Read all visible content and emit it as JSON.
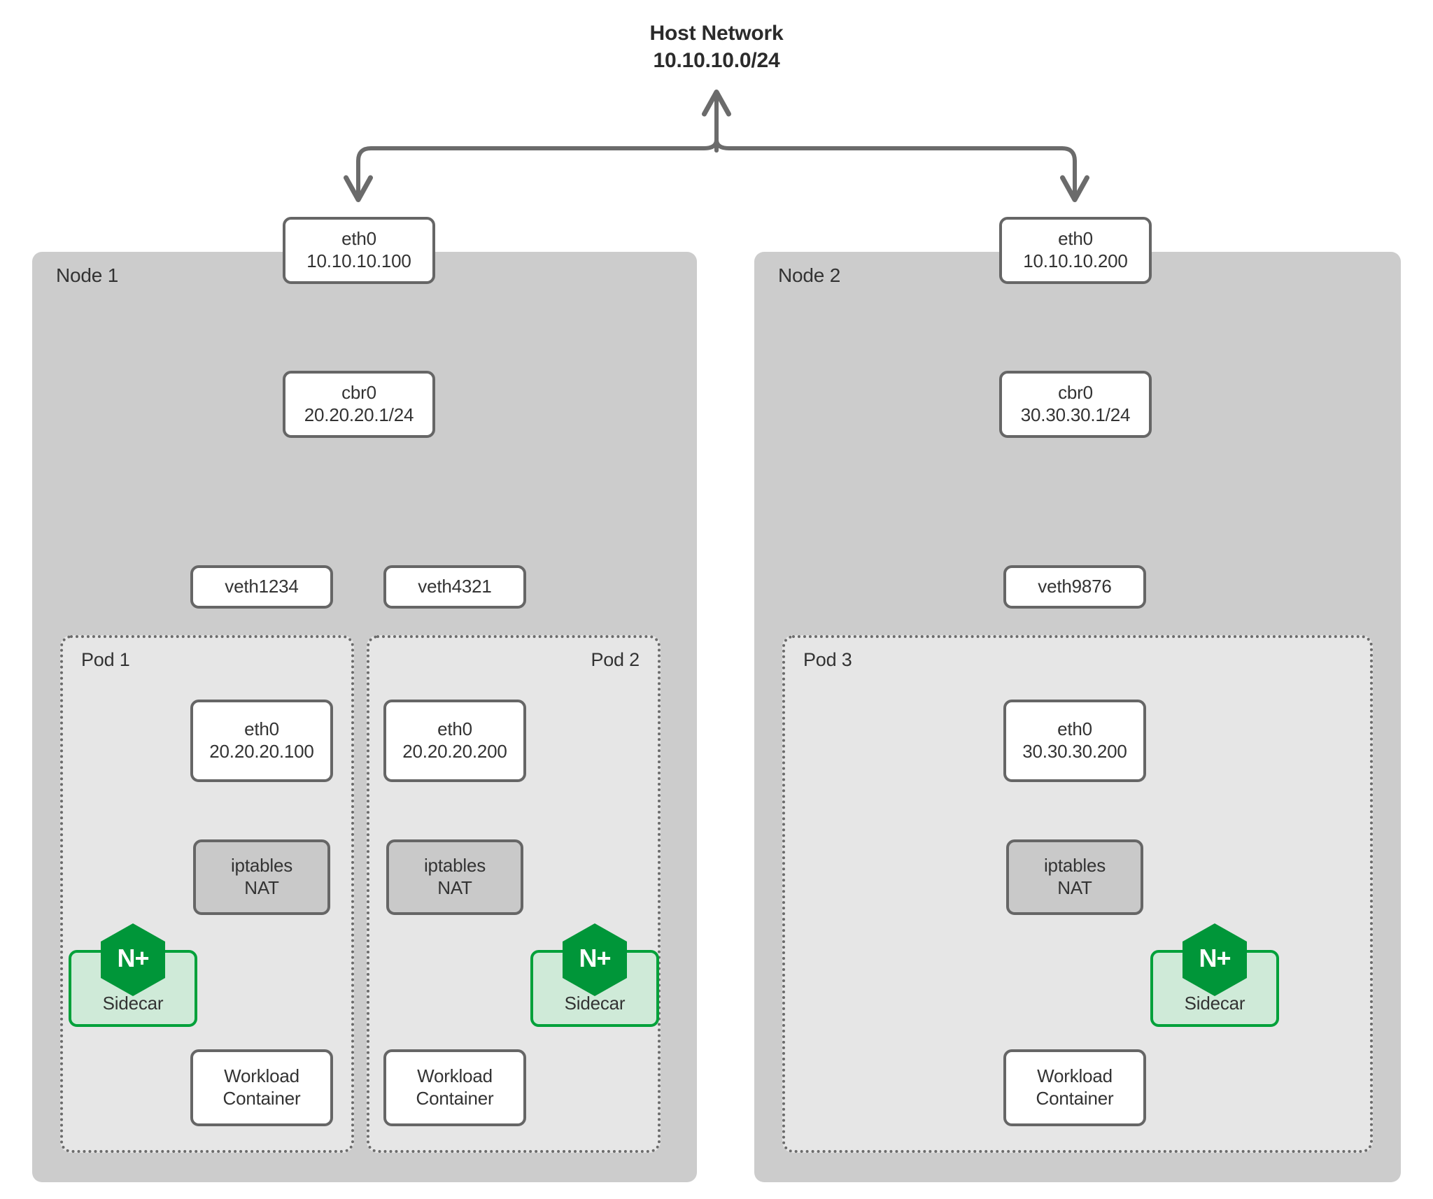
{
  "diagram": {
    "title_line1": "Host Network",
    "title_line2": "10.10.10.0/24",
    "colors": {
      "node_fill": "#cccccc",
      "pod_fill": "#e6e6e6",
      "box_stroke": "#666666",
      "nat_fill": "#c9c9c9",
      "sidecar_fill": "#cfead8",
      "sidecar_stroke": "#00a13a",
      "nginx_green": "#009639",
      "connector": "#6b6b6b",
      "text": "#333333"
    }
  },
  "nodes": [
    {
      "label": "Node 1",
      "eth0": {
        "name": "eth0",
        "ip": "10.10.10.100"
      },
      "bridge": {
        "name": "cbr0",
        "ip": "20.20.20.1/24"
      },
      "veths": [
        "veth1234",
        "veth4321"
      ],
      "pods": [
        {
          "label": "Pod 1",
          "label_align": "left",
          "eth0": {
            "name": "eth0",
            "ip": "20.20.20.100"
          },
          "nat": {
            "line1": "iptables",
            "line2": "NAT"
          },
          "sidecar": {
            "label": "Sidecar",
            "badge": "N+"
          },
          "sidecar_side": "left",
          "workload": {
            "line1": "Workload",
            "line2": "Container"
          }
        },
        {
          "label": "Pod 2",
          "label_align": "right",
          "eth0": {
            "name": "eth0",
            "ip": "20.20.20.200"
          },
          "nat": {
            "line1": "iptables",
            "line2": "NAT"
          },
          "sidecar": {
            "label": "Sidecar",
            "badge": "N+"
          },
          "sidecar_side": "right",
          "workload": {
            "line1": "Workload",
            "line2": "Container"
          }
        }
      ]
    },
    {
      "label": "Node 2",
      "eth0": {
        "name": "eth0",
        "ip": "10.10.10.200"
      },
      "bridge": {
        "name": "cbr0",
        "ip": "30.30.30.1/24"
      },
      "veths": [
        "veth9876"
      ],
      "pods": [
        {
          "label": "Pod 3",
          "label_align": "left",
          "eth0": {
            "name": "eth0",
            "ip": "30.30.30.200"
          },
          "nat": {
            "line1": "iptables",
            "line2": "NAT"
          },
          "sidecar": {
            "label": "Sidecar",
            "badge": "N+"
          },
          "sidecar_side": "right",
          "workload": {
            "line1": "Workload",
            "line2": "Container"
          }
        }
      ]
    }
  ]
}
